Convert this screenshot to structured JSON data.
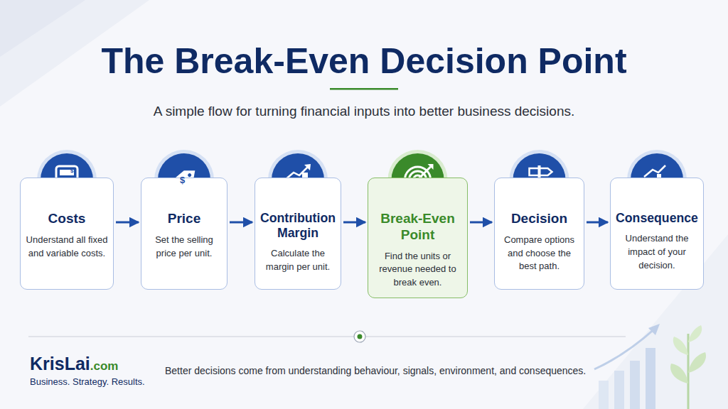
{
  "diagram": {
    "title": "The Break-Even Decision Point",
    "caption": "A simple flow for turning financial inputs into better business decisions.",
    "nodes": [
      {
        "text": [
          "Costs",
          "Understand all fixed and variable costs."
        ]
      },
      {
        "text": [
          "Price",
          "Set the selling price per unit."
        ]
      },
      {
        "text": [
          "Contribution Margin",
          "Calculate the margin per unit."
        ]
      },
      {
        "text": [
          "Break-Even Point",
          "Find the units or revenue needed to break even."
        ]
      },
      {
        "text": [
          "Decision",
          "Compare options and choose the best path."
        ]
      },
      {
        "text": [
          "Consequence",
          "Understand the impact of your decision."
        ]
      }
    ],
    "edges": [
      {
        "from": 0,
        "to": 1,
        "arrow": "to"
      },
      {
        "from": 1,
        "to": 2,
        "arrow": "to"
      },
      {
        "from": 2,
        "to": 3,
        "arrow": "to"
      },
      {
        "from": 3,
        "to": 4,
        "arrow": "to"
      },
      {
        "from": 4,
        "to": 5,
        "arrow": "to"
      }
    ],
    "labels": [
      "$",
      "$",
      "KrisLai",
      ".com",
      "Business. Strategy. Results.",
      "Better decisions come from understanding behaviour, signals, environment, and consequences."
    ]
  }
}
